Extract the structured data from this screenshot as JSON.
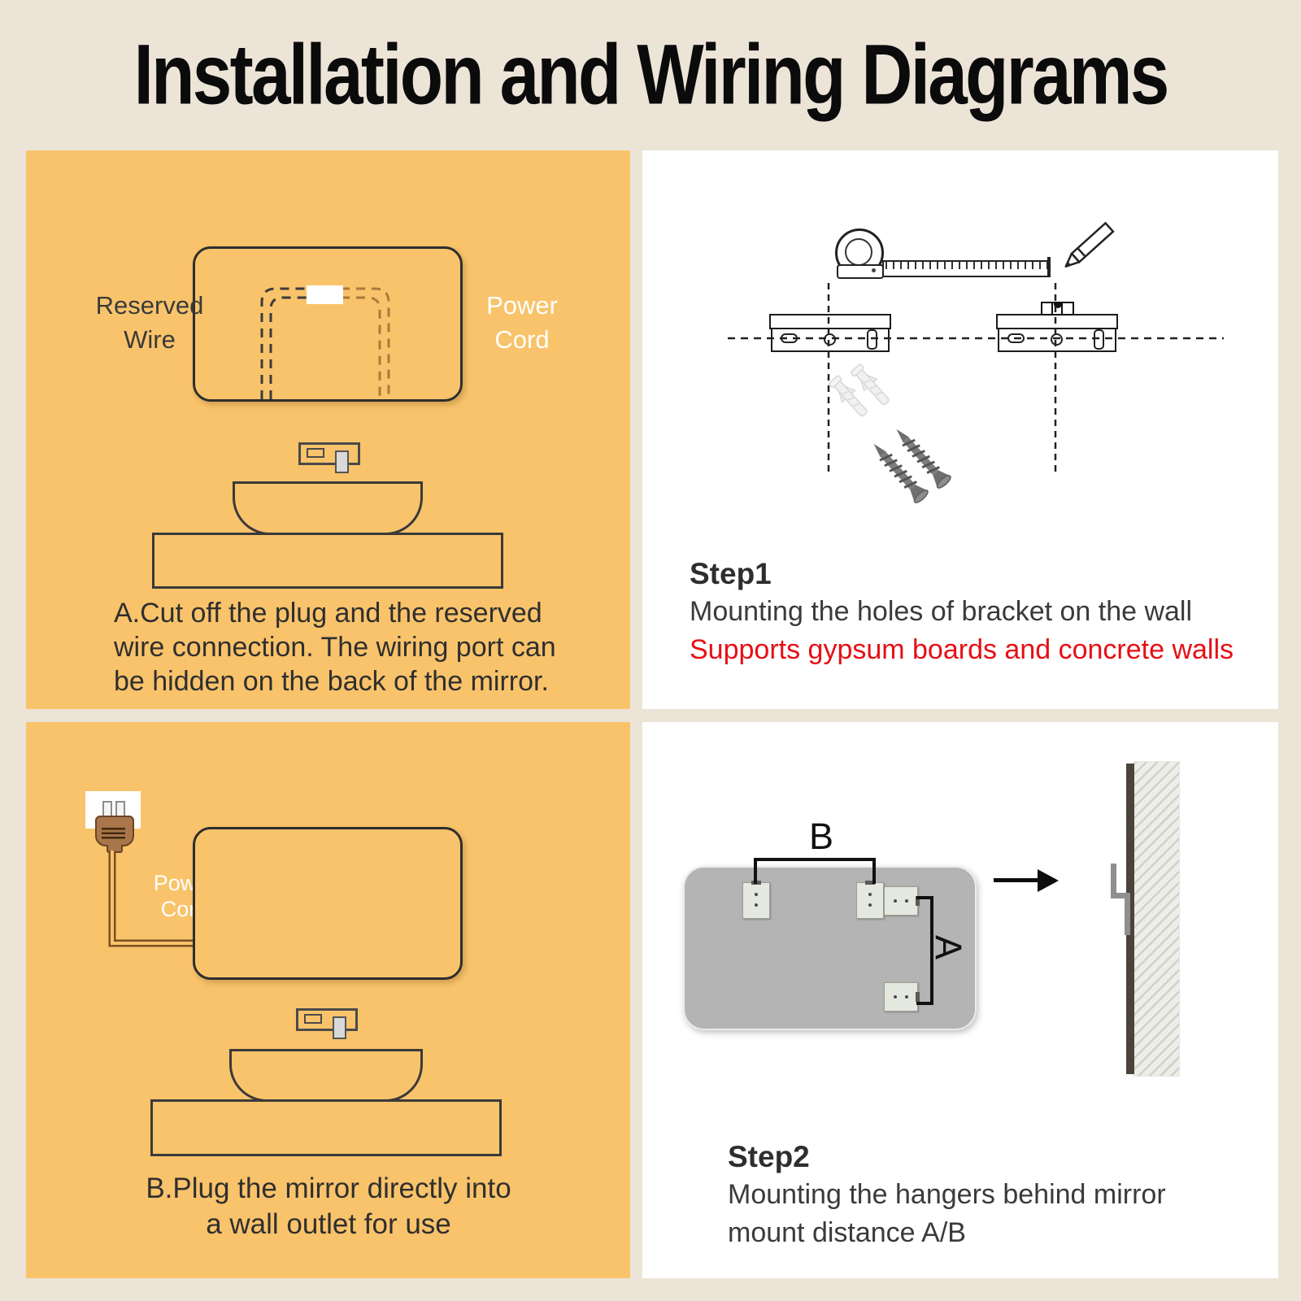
{
  "title": "Installation and Wiring Diagrams",
  "colors": {
    "page_bg": "#EDE4D8",
    "panel_orange": "#F9C36B",
    "panel_white": "#FFFFFF",
    "accent_red": "#E60F15",
    "text_dark": "#2F2F2F",
    "cord_brown": "#7C5120"
  },
  "panel_a": {
    "label_reserved_line1": "Reserved",
    "label_reserved_line2": "Wire",
    "label_power_line1": "Power",
    "label_power_line2": "Cord",
    "caption_line1": "A.Cut off the plug and the reserved",
    "caption_line2": "wire connection. The wiring port can",
    "caption_line3": "be hidden on the back of the mirror."
  },
  "panel_step1": {
    "step": "Step1",
    "description": "Mounting the holes of bracket on the wall",
    "note": "Supports gypsum boards and concrete walls"
  },
  "panel_b": {
    "label_power_line1": "Power",
    "label_power_line2": "Cord",
    "caption_line1": "B.Plug the mirror directly into",
    "caption_line2": "a wall outlet for use"
  },
  "panel_step2": {
    "step": "Step2",
    "description_line1": "Mounting the hangers behind mirror",
    "description_line2": "mount distance A/B",
    "dim_b": "B",
    "dim_a": "A"
  }
}
